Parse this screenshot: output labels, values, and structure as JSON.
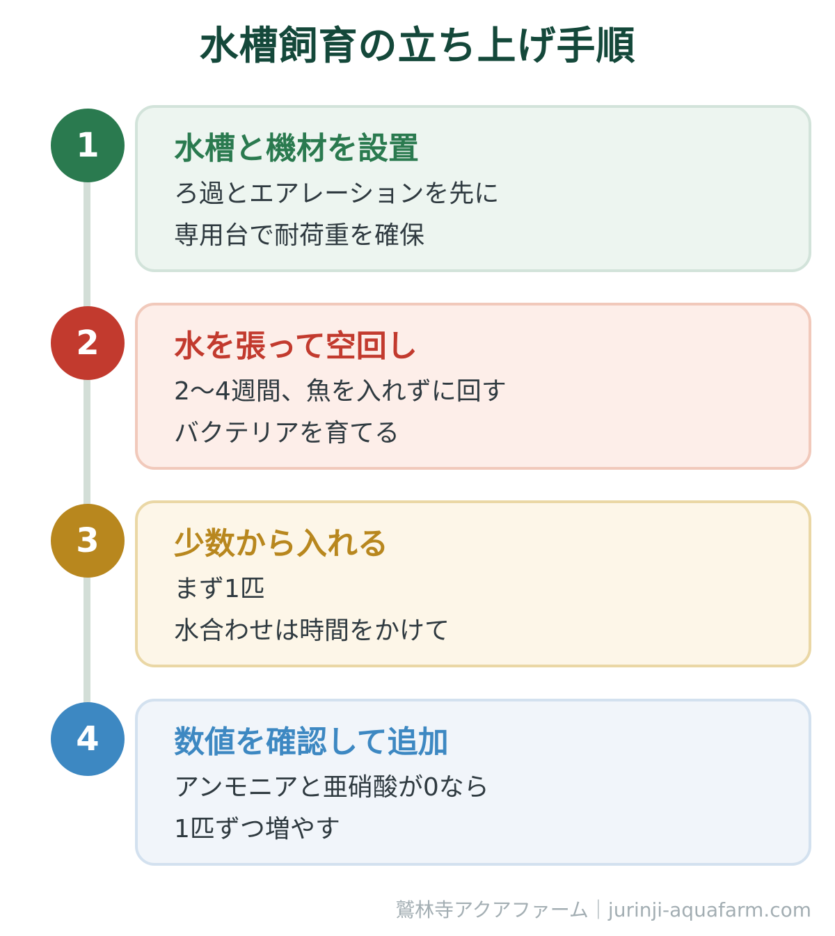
{
  "title": "水槽飼育の立ち上げ手順",
  "steps": [
    {
      "number": "1",
      "title": "水槽と機材を設置",
      "line1": "ろ過とエアレーションを先に",
      "line2": "専用台で耐荷重を確保",
      "accent_color": "#2a7a4f",
      "card_bg": "#edf5f0",
      "card_border": "#d2e3da"
    },
    {
      "number": "2",
      "title": "水を張って空回し",
      "line1": "2〜4週間、魚を入れずに回す",
      "line2": "バクテリアを育てる",
      "accent_color": "#c23a2e",
      "card_bg": "#fdeee9",
      "card_border": "#f1c9bb"
    },
    {
      "number": "3",
      "title": "少数から入れる",
      "line1": "まず1匹",
      "line2": "水合わせは時間をかけて",
      "accent_color": "#b8871e",
      "card_bg": "#fdf6e8",
      "card_border": "#ead7a5"
    },
    {
      "number": "4",
      "title": "数値を確認して追加",
      "line1": "アンモニアと亜硝酸が0なら",
      "line2": "1匹ずつ増やす",
      "accent_color": "#3d88c2",
      "card_bg": "#f1f5fa",
      "card_border": "#d3e1ef"
    }
  ],
  "footer": "鷲林寺アクアファーム｜jurinji-aquafarm.com",
  "colors": {
    "title": "#14483a",
    "timeline": "#d3ded7",
    "body_text": "#2f3a40",
    "footer_text": "#a3aeb3"
  }
}
